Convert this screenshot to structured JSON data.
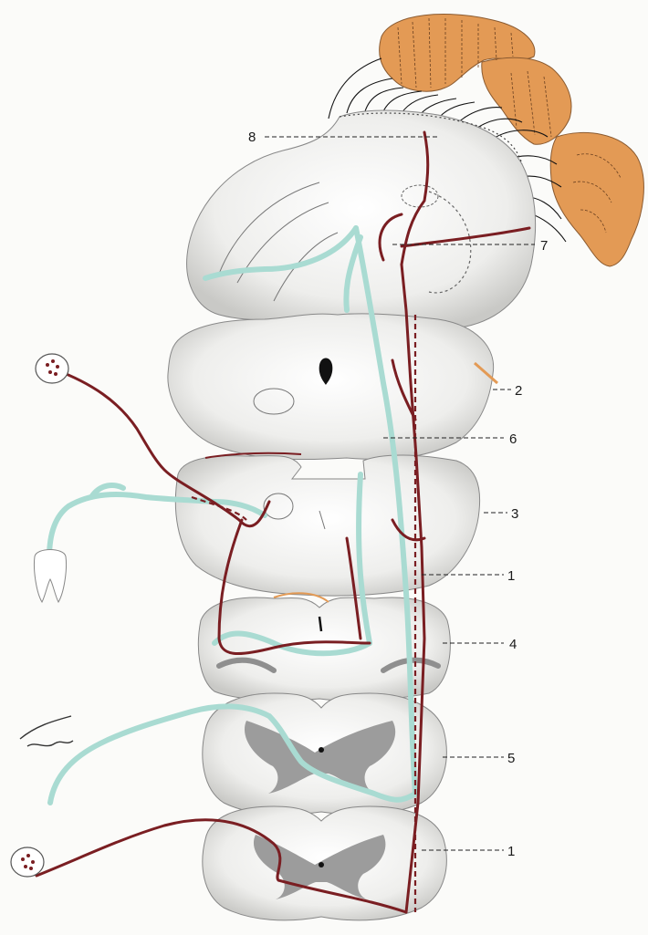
{
  "labels": {
    "l8": "8",
    "l7": "7",
    "l2": "2",
    "l6": "6",
    "l3": "3",
    "l1a": "1",
    "l4": "4",
    "l5": "5",
    "l1b": "1"
  },
  "colors": {
    "tract_red": "#7a1e22",
    "tract_cyan": "#a9dbd2",
    "cortex_orange": "#e39a55",
    "tissue_grey": "#d9d9d6",
    "grey_matter": "#9c9c9c"
  }
}
